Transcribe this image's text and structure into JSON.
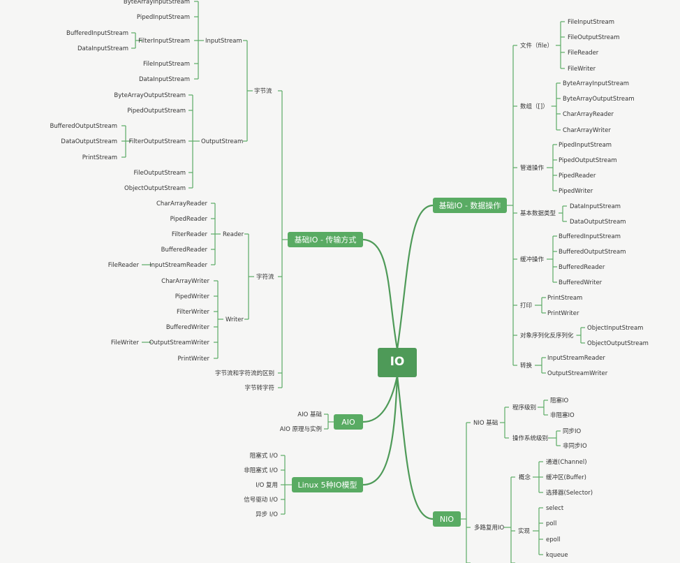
{
  "root": {
    "label": "IO"
  },
  "main_nodes": {
    "transfer": "基础IO - 传输方式",
    "data_ops": "基础IO - 数据操作",
    "aio": "AIO",
    "linux": "Linux 5种IO模型",
    "nio": "NIO"
  },
  "transfer": {
    "byte_stream": "字节流",
    "char_stream": "字符流",
    "diff": "字节流和字符流的区别",
    "convert": "字节转字符",
    "input_stream": {
      "label": "InputStream",
      "items": [
        "ByteArrayInputStream",
        "PipedInputStream",
        "FilterInputStream",
        "FileInputStream",
        "DataInputStream"
      ],
      "filter_children": [
        "BufferedInputStream",
        "DataInputStream"
      ]
    },
    "output_stream": {
      "label": "OutputStream",
      "items": [
        "ByteArrayOutputStream",
        "PipedOutputStream",
        "FilterOutputStream",
        "FileOutputStream",
        "ObjectOutputStream"
      ],
      "filter_children": [
        "BufferedOutputStream",
        "DataOutputStream",
        "PrintStream"
      ]
    },
    "reader": {
      "label": "Reader",
      "items": [
        "CharArrayReader",
        "PipedReader",
        "FilterReader",
        "BufferedReader",
        "InputStreamReader"
      ],
      "isr_child": "FileReader"
    },
    "writer": {
      "label": "Writer",
      "items": [
        "CharArrayWriter",
        "PipedWriter",
        "FilterWriter",
        "BufferedWriter",
        "OutputStreamWriter",
        "PrintWriter"
      ],
      "osw_child": "FileWriter"
    }
  },
  "data_ops": {
    "file": {
      "label": "文件（file）",
      "items": [
        "FileInputStream",
        "FileOutputStream",
        "FileReader",
        "FileWriter"
      ]
    },
    "array": {
      "label": "数组（[]）",
      "items": [
        "ByteArrayInputStream",
        "ByteArrayOutputStream",
        "CharArrayReader",
        "CharArrayWriter"
      ]
    },
    "pipe": {
      "label": "管道操作",
      "items": [
        "PipedInputStream",
        "PipedOutputStream",
        "PipedReader",
        "PipedWriter"
      ]
    },
    "basic": {
      "label": "基本数据类型",
      "items": [
        "DataInputStream",
        "DataOutputStream"
      ]
    },
    "buffer": {
      "label": "缓冲操作",
      "items": [
        "BufferedInputStream",
        "BufferedOutputStream",
        "BufferedReader",
        "BufferedWriter"
      ]
    },
    "print": {
      "label": "打印",
      "items": [
        "PrintStream",
        "PrintWriter"
      ]
    },
    "serial": {
      "label": "对象序列化反序列化",
      "items": [
        "ObjectInputStream",
        "ObjectOutputStream"
      ]
    },
    "convert": {
      "label": "转换",
      "items": [
        "InputStreamReader",
        "OutputStreamWriter"
      ]
    }
  },
  "aio": {
    "items": [
      "AIO 基础",
      "AIO 原理与实例"
    ]
  },
  "linux": {
    "items": [
      "阻塞式 I/O",
      "非阻塞式 I/O",
      "I/O 复用",
      "信号驱动 I/O",
      "异步 I/O"
    ]
  },
  "nio": {
    "basics": {
      "label": "NIO 基础",
      "program": {
        "label": "程序级别",
        "items": [
          "阻塞IO",
          "非阻塞IO"
        ]
      },
      "os": {
        "label": "操作系统级别",
        "items": [
          "同步IO",
          "非同步IO"
        ]
      }
    },
    "multiplex": {
      "label": "多路复用IO",
      "concept": {
        "label": "概念",
        "items": [
          "通道(Channel)",
          "缓冲区(Buffer)",
          "选择器(Selector)"
        ]
      },
      "impl": {
        "label": "实现",
        "items": [
          "select",
          "poll",
          "epoll",
          "kqueue"
        ]
      }
    }
  },
  "colors": {
    "node_fill": "#59ab63",
    "line": "#5bab64",
    "background": "#f6f6f5"
  }
}
